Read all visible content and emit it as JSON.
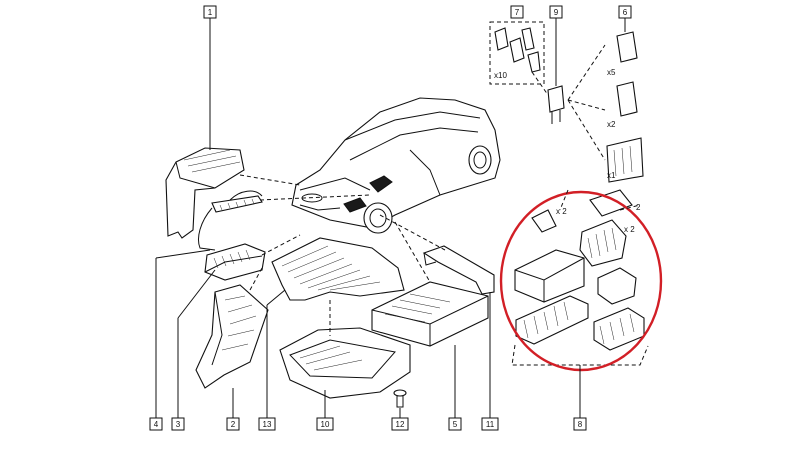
{
  "callouts": {
    "c1": "1",
    "c2": "2",
    "c3": "3",
    "c4": "4",
    "c5": "5",
    "c6": "6",
    "c7": "7",
    "c8": "8",
    "c9": "9",
    "c10": "10",
    "c11": "11",
    "c12": "12",
    "c13": "13"
  },
  "quantities": {
    "q_x10": "x10",
    "q_x5": "x5",
    "q_x2a": "x2",
    "q_x1": "x1",
    "q_x2b": "x 2",
    "q_x2c": "x 2",
    "q_2": "2"
  },
  "colors": {
    "highlight": "#d21f26",
    "line": "#111111"
  }
}
